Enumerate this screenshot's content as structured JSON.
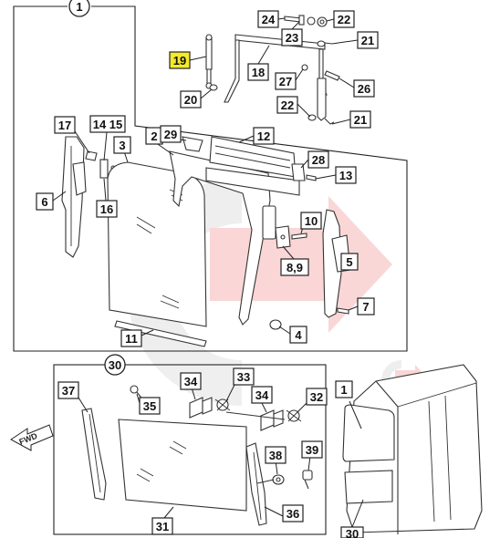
{
  "callouts": {
    "c1a": "1",
    "c24": "24",
    "c22a": "22",
    "c23": "23",
    "c21a": "21",
    "c19": "19",
    "c18": "18",
    "c27": "27",
    "c26": "26",
    "c20": "20",
    "c22b": "22",
    "c21b": "21",
    "c17": "17",
    "c14_15": "14 15",
    "c3": "3",
    "c2": "2",
    "c29": "29",
    "c12": "12",
    "c28": "28",
    "c13": "13",
    "c6": "6",
    "c16": "16",
    "c10": "10",
    "c8_9": "8,9",
    "c5": "5",
    "c7": "7",
    "c4": "4",
    "c11": "11",
    "c30a": "30",
    "c37": "37",
    "c35": "35",
    "c34a": "34",
    "c33": "33",
    "c34b": "34",
    "c32": "32",
    "c38": "38",
    "c39": "39",
    "c31": "31",
    "c36": "36",
    "c1b": "1",
    "c30b": "30"
  },
  "highlighted_callout": "19",
  "direction_label": "FWD",
  "colors": {
    "highlight": "#f4ea2a",
    "watermark_red": "#e94a4a",
    "watermark_gray": "#d8d8d8",
    "line": "#222222"
  }
}
